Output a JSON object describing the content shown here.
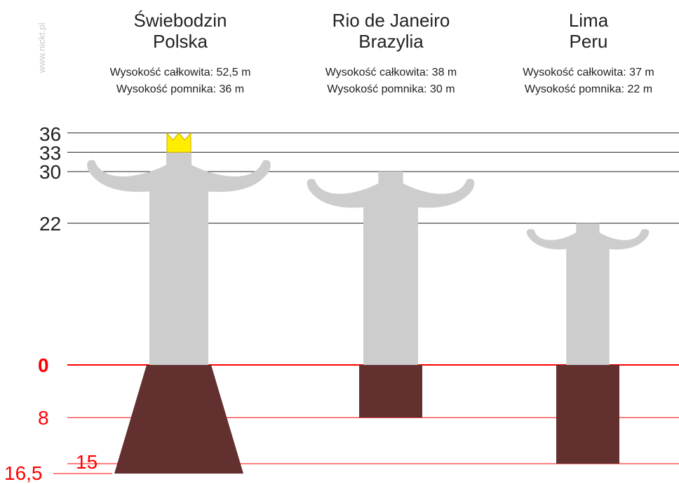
{
  "watermark": "www.nickt.pl",
  "colors": {
    "statue": "#cdcdcd",
    "base": "#61302f",
    "crown": "#ffee00",
    "crown_stroke": "#c8a800",
    "line_black": "#222222",
    "line_red": "#ff0000"
  },
  "statues": [
    {
      "city": "Świebodzin",
      "country": "Polska",
      "total": "Wysokość całkowita: 52,5 m",
      "monument": "Wysokość pomnika: 36 m",
      "statue_height": 36,
      "base_depth": 16.5,
      "has_crown": true
    },
    {
      "city": "Rio de Janeiro",
      "country": "Brazylia",
      "total": "Wysokość całkowita: 38 m",
      "monument": "Wysokość pomnika: 30 m",
      "statue_height": 30,
      "base_depth": 8,
      "has_crown": false
    },
    {
      "city": "Lima",
      "country": "Peru",
      "total": "Wysokość całkowita: 37 m",
      "monument": "Wysokość pomnika: 22 m",
      "statue_height": 22,
      "base_depth": 15,
      "has_crown": false
    }
  ],
  "chart_data": {
    "type": "other",
    "above_ground_ticks": [
      "36",
      "33",
      "30",
      "22"
    ],
    "ground_tick": "0",
    "below_ground_ticks": [
      "8",
      "15",
      "16,5"
    ]
  }
}
